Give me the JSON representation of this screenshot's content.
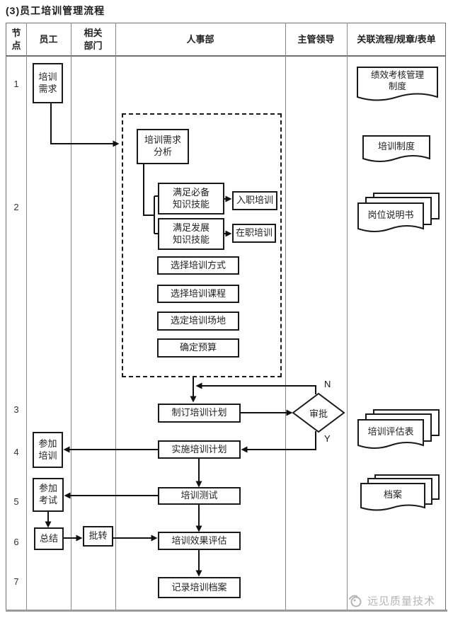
{
  "page": {
    "title": "(3)员工培训管理流程"
  },
  "table": {
    "headers": {
      "node": "节\n点",
      "employee": "员工",
      "related_dept": "相关\n部门",
      "hr": "人事部",
      "supervisor": "主管领导",
      "reference": "关联流程/规章/表单"
    },
    "node_numbers": [
      "1",
      "2",
      "3",
      "4",
      "5",
      "6",
      "7"
    ]
  },
  "flow": {
    "training_needs": "培训\n需求",
    "needs_analysis": "培训需求\n分析",
    "meet_required_skills": "满足必备\n知识技能",
    "induction_training": "入职培训",
    "meet_dev_skills": "满足发展\n知识技能",
    "onjob_training": "在职培训",
    "choose_method": "选择培训方式",
    "choose_course": "选择培训课程",
    "choose_venue": "选定培训场地",
    "set_budget": "确定预算",
    "make_plan": "制订培训计划",
    "approval": "审批",
    "approval_no": "N",
    "approval_yes": "Y",
    "implement_plan": "实施培训计划",
    "attend_training": "参加\n培训",
    "training_test": "培训测试",
    "attend_exam": "参加\n考试",
    "summary": "总结",
    "forward": "批转",
    "effect_evaluation": "培训效果评估",
    "record_archive": "记录培训档案"
  },
  "documents": {
    "performance_system": "绩效考核管理\n制度",
    "training_system": "培训制度",
    "job_description": "岗位说明书",
    "evaluation_form": "培训评估表",
    "archives": "档案"
  },
  "watermark": {
    "text": "远见质量技术"
  },
  "colors": {
    "line": "#1a1a1a",
    "grid": "#8a8a8a",
    "text": "#222222",
    "watermark": "#b5b5b5",
    "background": "#ffffff"
  }
}
